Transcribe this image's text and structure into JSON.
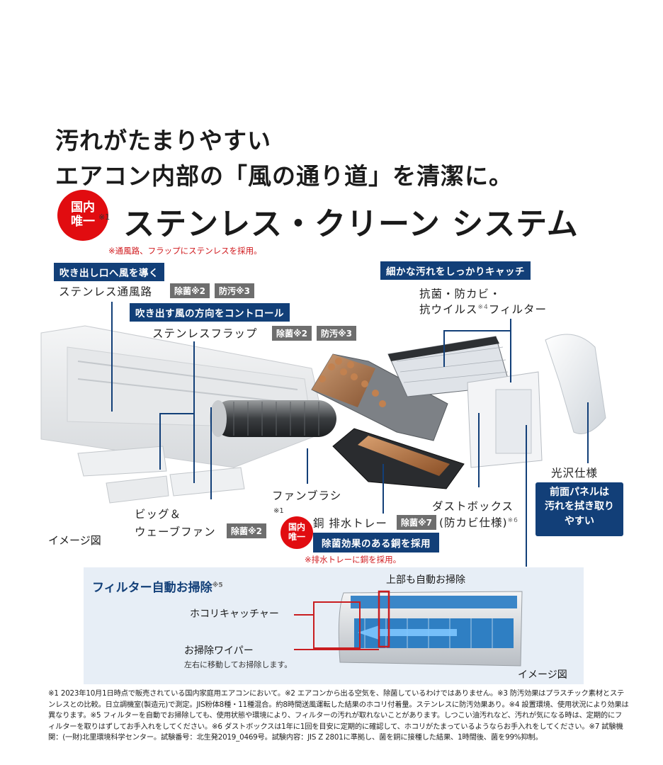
{
  "headline": {
    "line1": "汚れがたまりやすい",
    "line2": "エアコン内部の「風の通り道」を清潔に。"
  },
  "badge_main": {
    "line1": "国内",
    "line2": "唯一",
    "note": "※1"
  },
  "system_title": "ステンレス・クリーン システム",
  "system_note": "※通風路、フラップにステンレスを採用。",
  "features": {
    "passage": {
      "tag": "吹き出し口へ風を導く",
      "label": "ステンレス通風路",
      "badges": [
        "除菌※2",
        "防汚※3"
      ]
    },
    "flap": {
      "tag": "吹き出す風の方向をコントロール",
      "label": "ステンレスフラップ",
      "badges": [
        "除菌※2",
        "防汚※3"
      ]
    },
    "filter": {
      "tag": "細かな汚れをしっかりキャッチ",
      "label_line1": "抗菌・防カビ・",
      "label_line2a": "抗ウイルス",
      "label_sup": "※4",
      "label_line2b": "フィルター"
    },
    "fan_brush": {
      "label": "ファンブラシ"
    },
    "fan": {
      "label_line1": "ビッグ＆",
      "label_line2": "ウェーブファン",
      "badge": "除菌※2"
    },
    "tray": {
      "note": "※1",
      "label": "銅 排水トレー",
      "badge": "除菌※7",
      "tag": "除菌効果のある銅を採用",
      "sub_note": "※排水トレーに銅を採用。"
    },
    "dust_box": {
      "line1": "ダストボックス",
      "line2": "(防カビ仕様)",
      "sup": "※6"
    },
    "panel": {
      "label": "光沢仕様",
      "desc_line1": "前面パネルは",
      "desc_line2": "汚れを拭き取り",
      "desc_line3": "やすい"
    }
  },
  "badge_small": {
    "line1": "国内",
    "line2": "唯一"
  },
  "image_label_1": "イメージ図",
  "filter_cleaning": {
    "title": "フィルター自動お掃除",
    "sup": "※5",
    "top_label": "上部も自動お掃除",
    "catcher": "ホコリキャッチャー",
    "wiper": "お掃除ワイパー",
    "wiper_desc": "左右に移動してお掃除します。",
    "image_label": "イメージ図"
  },
  "footnote": "※1 2023年10月1日時点で販売されている国内家庭用エアコンにおいて。※2 エアコンから出る空気を、除菌しているわけではありません。※3 防汚効果はプラスチック素材とステンレスとの比較。日立調機室(製造元)で測定。JIS粉体8種・11種混合。約8時間送風運転した結果のホコリ付着量。ステンレスに防汚効果あり。※4 設置環境、使用状況により効果は異なります。※5 フィルターを自動でお掃除しても、使用状態や環境により、フィルターの汚れが取れないことがあります。しつこい油汚れなど、汚れが気になる時は、定期的にフィルターを取りはずしてお手入れをしてください。※6 ダストボックスは1年に1回を目安に定期的に確認して、ホコリがたまっているようならお手入れをしてください。※7 試験機関：(一財)北里環境科学センター。試験番号：北生発2019_0469号。試験内容：JIS Z 2801に準拠し、菌を銅に接種した結果、1時間後、菌を99%抑制。",
  "colors": {
    "navy": "#123f78",
    "red": "#e10c10",
    "gray_badge": "#6e6e6e",
    "panel_bg": "#e7eef6"
  }
}
